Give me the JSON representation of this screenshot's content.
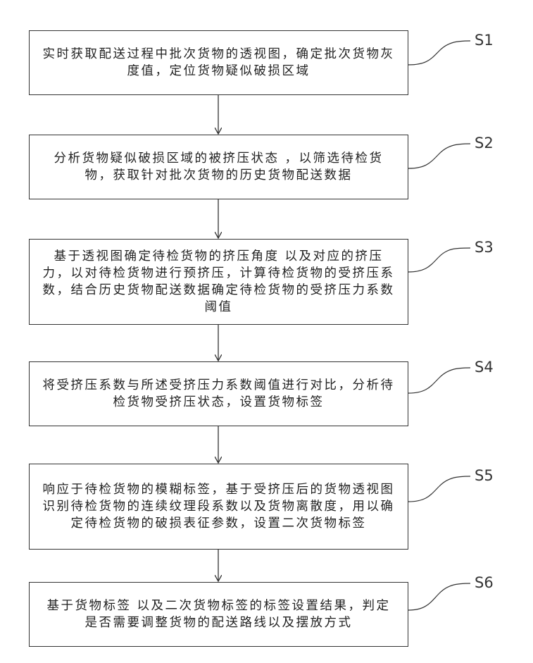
{
  "steps": [
    {
      "id": "S1",
      "text": "实时获取配送过程中批次货物的透视图，确定批次货物灰度值，定位货物疑似破损区域"
    },
    {
      "id": "S2",
      "text": "分析货物疑似破损区域的被挤压状态 ，以筛选待检货物，获取针对批次货物的历史货物配送数据"
    },
    {
      "id": "S3",
      "text": "基于透视图确定待检货物的挤压角度 以及对应的挤压力，以对待检货物进行预挤压，计算待检货物的受挤压系数，结合历史货物配送数据确定待检货物的受挤压力系数阈值"
    },
    {
      "id": "S4",
      "text": "将受挤压系数与所述受挤压力系数阈值进行对比，分析待检货物受挤压状态，设置货物标签"
    },
    {
      "id": "S5",
      "text": "响应于待检货物的模糊标签，基于受挤压后的货物透视图识别待检货物的连续纹理段系数以及货物离散度，用以确定待检货物的破损表征参数，设置二次货物标签"
    },
    {
      "id": "S6",
      "text": "基于货物标签 以及二次货物标签的标签设置结果，判定是否需要调整货物的配送路线以及摆放方式"
    }
  ]
}
